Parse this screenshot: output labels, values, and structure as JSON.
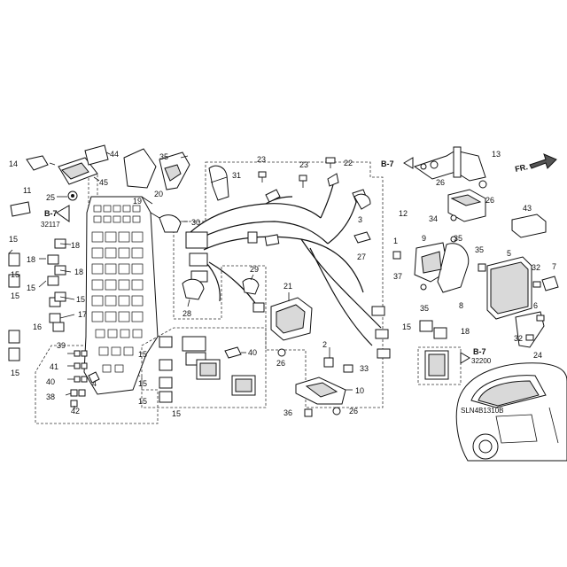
{
  "diagram": {
    "code": "SLN4B1310B",
    "fr_label": "FR.",
    "callouts": [
      {
        "id": "c1",
        "label": "1"
      },
      {
        "id": "c2",
        "label": "2"
      },
      {
        "id": "c3",
        "label": "3"
      },
      {
        "id": "c4",
        "label": "4"
      },
      {
        "id": "c5",
        "label": "5"
      },
      {
        "id": "c6",
        "label": "6"
      },
      {
        "id": "c7",
        "label": "7"
      },
      {
        "id": "c8",
        "label": "8"
      },
      {
        "id": "c9",
        "label": "9"
      },
      {
        "id": "c10",
        "label": "10"
      },
      {
        "id": "c11",
        "label": "11"
      },
      {
        "id": "c12",
        "label": "12"
      },
      {
        "id": "c13",
        "label": "13"
      },
      {
        "id": "c14",
        "label": "14"
      },
      {
        "id": "c15",
        "label": "15"
      },
      {
        "id": "c16",
        "label": "16"
      },
      {
        "id": "c17",
        "label": "17"
      },
      {
        "id": "c18",
        "label": "18"
      },
      {
        "id": "c19",
        "label": "19"
      },
      {
        "id": "c20",
        "label": "20"
      },
      {
        "id": "c21",
        "label": "21"
      },
      {
        "id": "c22",
        "label": "22"
      },
      {
        "id": "c23",
        "label": "23"
      },
      {
        "id": "c24",
        "label": "24"
      },
      {
        "id": "c25",
        "label": "25"
      },
      {
        "id": "c26",
        "label": "26"
      },
      {
        "id": "c27",
        "label": "27"
      },
      {
        "id": "c28",
        "label": "28"
      },
      {
        "id": "c29",
        "label": "29"
      },
      {
        "id": "c30",
        "label": "30"
      },
      {
        "id": "c31",
        "label": "31"
      },
      {
        "id": "c32",
        "label": "32"
      },
      {
        "id": "c33",
        "label": "33"
      },
      {
        "id": "c34",
        "label": "34"
      },
      {
        "id": "c35",
        "label": "35"
      },
      {
        "id": "c36",
        "label": "36"
      },
      {
        "id": "c37",
        "label": "37"
      },
      {
        "id": "c38",
        "label": "38"
      },
      {
        "id": "c39",
        "label": "39"
      },
      {
        "id": "c40",
        "label": "40"
      },
      {
        "id": "c41",
        "label": "41"
      },
      {
        "id": "c42",
        "label": "42"
      },
      {
        "id": "c43",
        "label": "43"
      },
      {
        "id": "c44",
        "label": "44"
      },
      {
        "id": "c45",
        "label": "45"
      }
    ],
    "references": [
      {
        "id": "r1",
        "label": "B-7",
        "code": "32117"
      },
      {
        "id": "r2",
        "label": "B-7",
        "code": ""
      },
      {
        "id": "r3",
        "label": "B-7",
        "code": "32200"
      }
    ]
  }
}
